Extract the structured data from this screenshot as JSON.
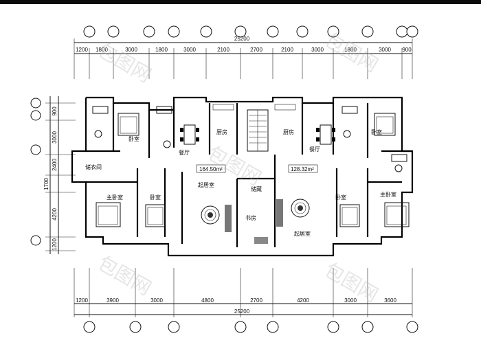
{
  "plan": {
    "total_dimension": "25200",
    "top_segments": [
      "1200",
      "1800",
      "3000",
      "1800",
      "3000",
      "2100",
      "2700",
      "2100",
      "3000",
      "1800",
      "3000",
      "900"
    ],
    "bottom_segments": [
      "1200",
      "3900",
      "3000",
      "4800",
      "2700",
      "4200",
      "3000",
      "3600"
    ],
    "left_segments": [
      "900",
      "3000",
      "2400",
      "1700",
      "4200",
      "1200"
    ],
    "rooms": {
      "left": {
        "master": "主卧室",
        "bed2": "卧室",
        "bed3": "卧室",
        "cloak": "储衣间",
        "dining": "餐厅",
        "kitchen": "厨房",
        "living": "起居室",
        "study": "书房",
        "area": "164.50m²"
      },
      "right": {
        "master": "主卧室",
        "bed2": "卧室",
        "bed3": "卧室",
        "dining": "餐厅",
        "kitchen": "厨房",
        "living": "起居室",
        "area": "128.32m²"
      },
      "core": {
        "storage": "储藏"
      }
    },
    "watermark": "包图网"
  }
}
